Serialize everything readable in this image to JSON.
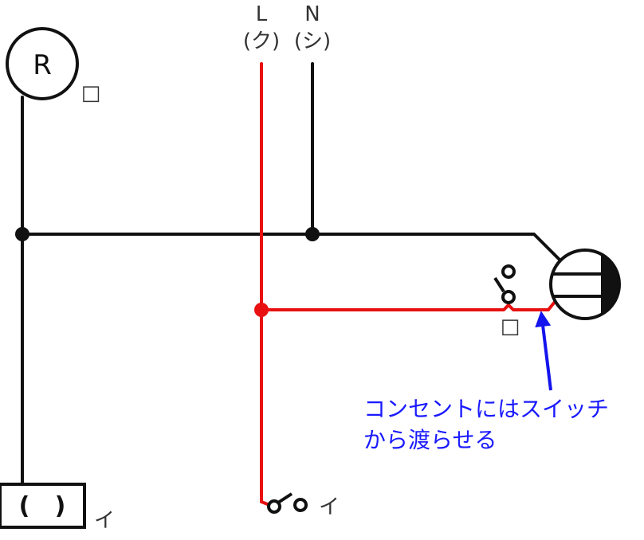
{
  "terminals": {
    "line_label": "L",
    "line_sub": "(ク)",
    "neutral_label": "N",
    "neutral_sub": "(シ)"
  },
  "lamp_r": {
    "symbol": "R",
    "mark": "□"
  },
  "fixture": {
    "text": "(   )",
    "mark": "イ"
  },
  "switch_bottom": {
    "mark": "イ"
  },
  "switch_right": {
    "mark": "□"
  },
  "note": {
    "line1": "コンセントにはスイッチ",
    "line2": "から渡らせる"
  },
  "colors": {
    "live_wire": "#e81010",
    "neutral_wire": "#111111",
    "note_text": "#1a1aff",
    "arrow": "#1414ee"
  }
}
